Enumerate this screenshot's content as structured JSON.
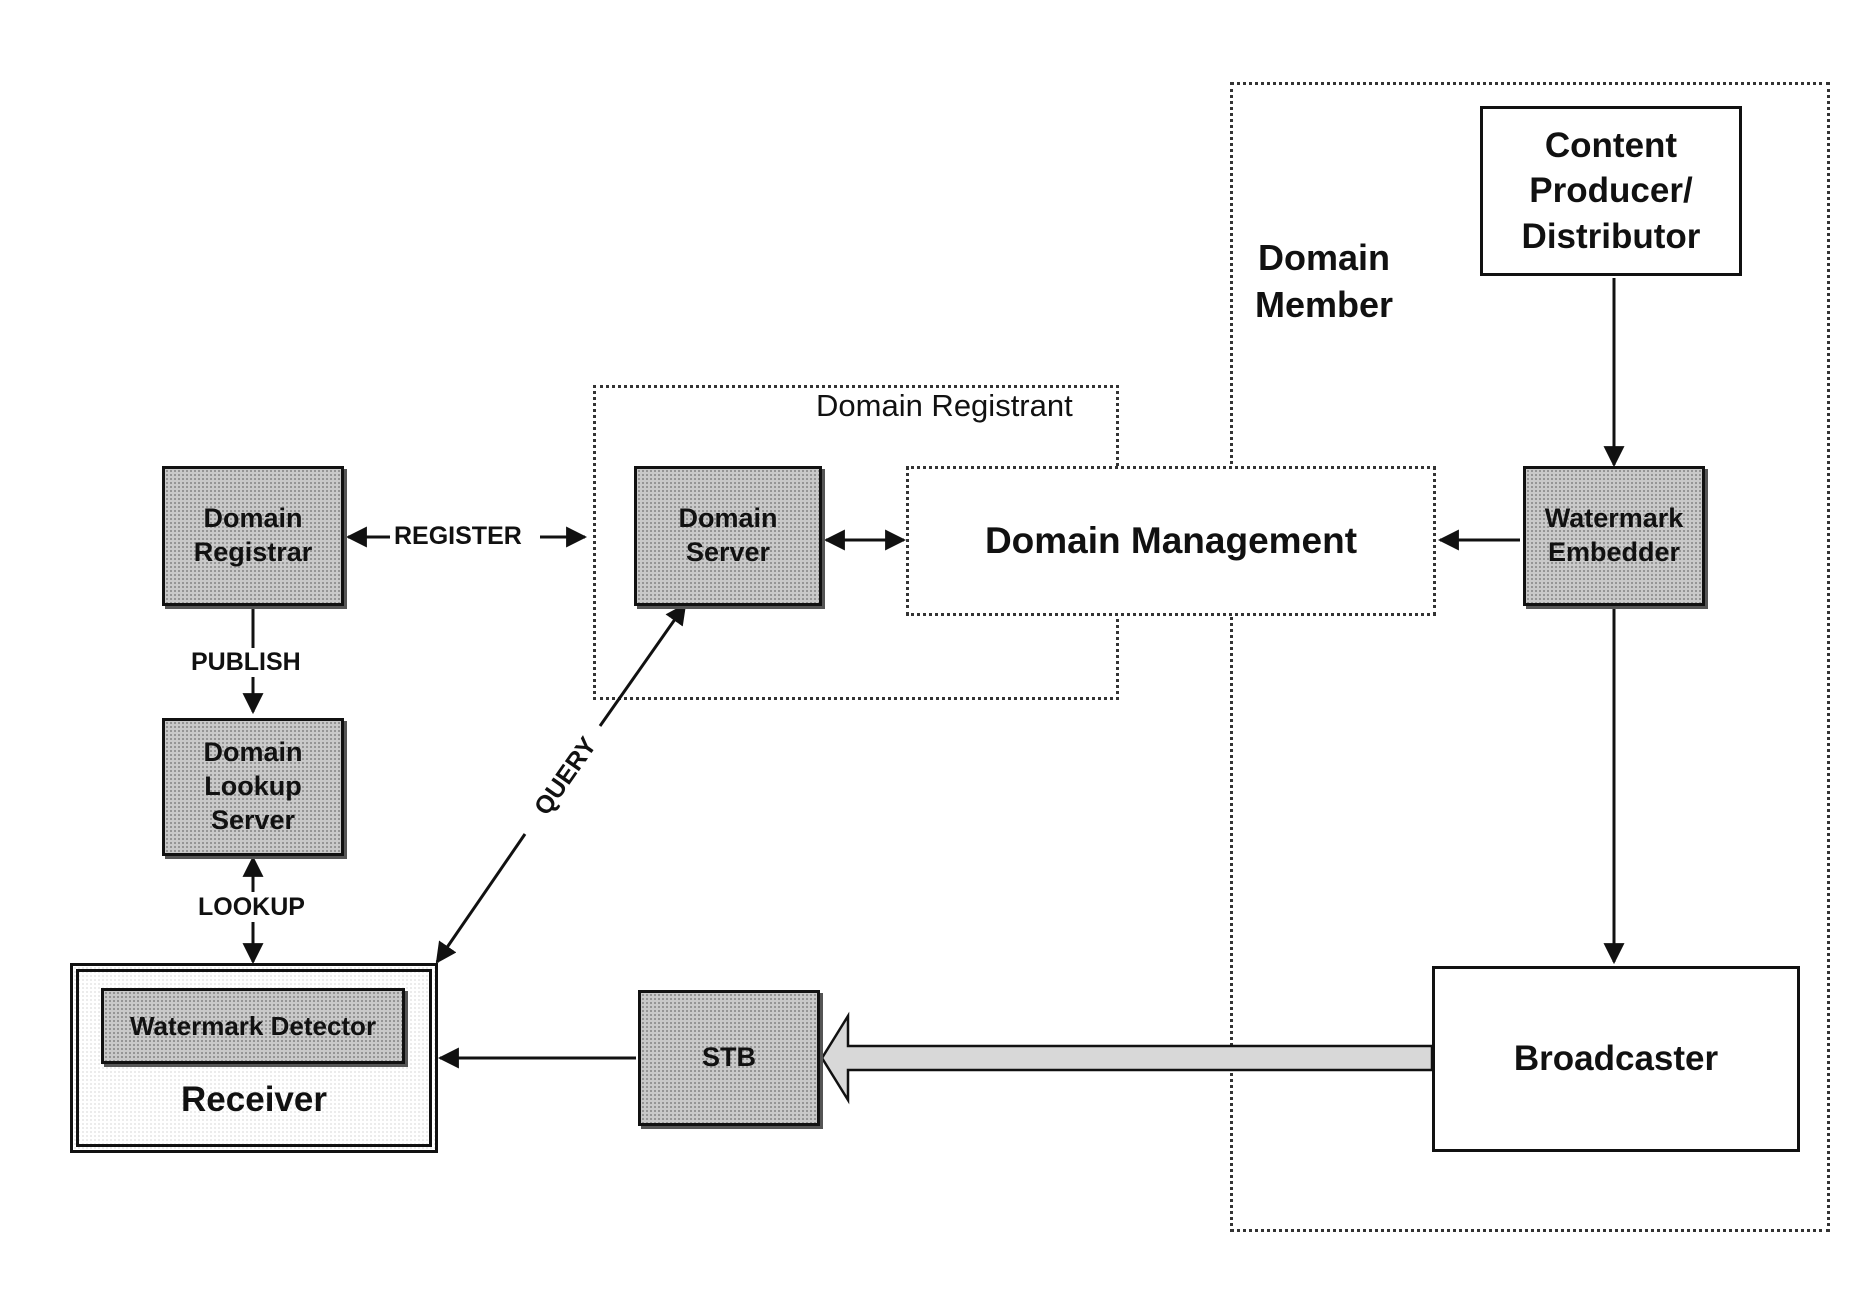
{
  "groups": {
    "domain_member": "Domain\nMember",
    "domain_registrant": "Domain Registrant"
  },
  "nodes": {
    "content_producer": "Content\nProducer/\nDistributor",
    "domain_registrar": "Domain\nRegistrar",
    "domain_server": "Domain\nServer",
    "domain_management": "Domain Management",
    "watermark_embedder": "Watermark\nEmbedder",
    "domain_lookup_server": "Domain\nLookup\nServer",
    "watermark_detector": "Watermark Detector",
    "receiver": "Receiver",
    "stb": "STB",
    "broadcaster": "Broadcaster"
  },
  "edges": {
    "register": "REGISTER",
    "publish": "PUBLISH",
    "lookup": "LOOKUP",
    "query": "QUERY"
  },
  "colors": {
    "line": "#111111",
    "shade": "#c9c9c9",
    "arrow_fill": "#d8d8d8"
  }
}
